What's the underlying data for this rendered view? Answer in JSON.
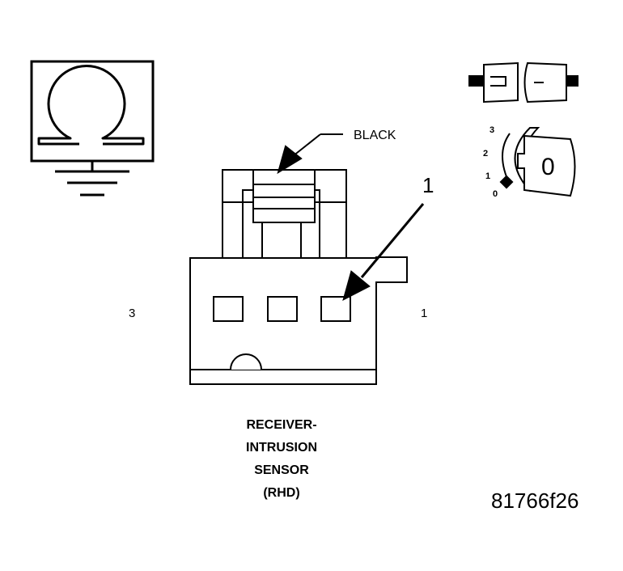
{
  "meter": {
    "symbol": "Ω",
    "icon": "ohmmeter-ground-icon"
  },
  "connector": {
    "color_label": "BLACK",
    "callout_number": "1",
    "pin_left": "3",
    "pin_right": "1",
    "title_lines": [
      "RECEIVER-",
      "INTRUSION",
      "SENSOR",
      "(RHD)"
    ]
  },
  "icons": {
    "disconnected": "disconnected-connector-icon",
    "ignition": "ignition-key-switch-icon"
  },
  "ignition": {
    "positions": [
      "3",
      "2",
      "1",
      "0"
    ],
    "current": "0"
  },
  "figure_id": "81766f26"
}
